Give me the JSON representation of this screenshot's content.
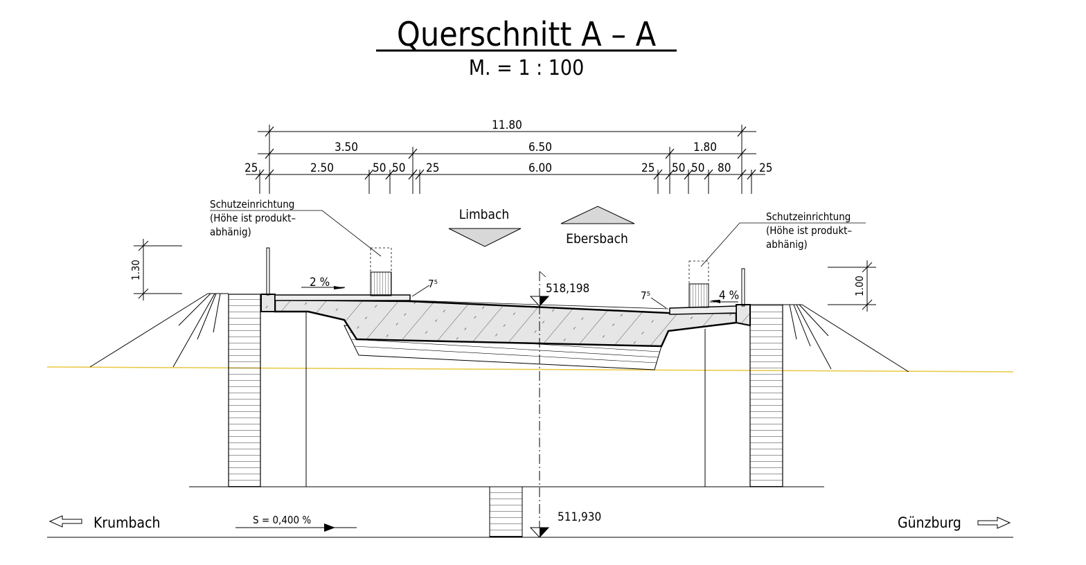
{
  "title": "Querschnitt A – A",
  "scale": "M. = 1 : 100",
  "dims": {
    "total": "11.80",
    "left": "3.50",
    "middle": "6.50",
    "right": "1.80",
    "d25a": "25",
    "d250": "2.50",
    "d50a": "50",
    "d50b": "50",
    "d25b": "25",
    "d600": "6.00",
    "d25c": "25",
    "d50c": "50",
    "d50d": "50",
    "d80": "80",
    "d25d": "25"
  },
  "left_note": [
    "Schutzeinrichtung",
    "(Höhe ist produkt–",
    "abhänig)"
  ],
  "right_note": [
    "Schutzeinrichtung",
    "(Höhe ist produkt–",
    "abhänig)"
  ],
  "direction_left": "Limbach",
  "direction_right": "Ebersbach",
  "slope_left": "2 %",
  "slope_right": "4 %",
  "curb_left": "7⁵",
  "curb_right": "7⁵",
  "height_left": "1.30",
  "height_right": "1.00",
  "elev_top": "518,198",
  "elev_bottom": "511,930",
  "road_gradient": "S = 0,400 %",
  "to_left": "Krumbach",
  "to_right": "Günzburg",
  "colors": {
    "ground": "#e8c840",
    "fill": "#e6e6e6"
  }
}
